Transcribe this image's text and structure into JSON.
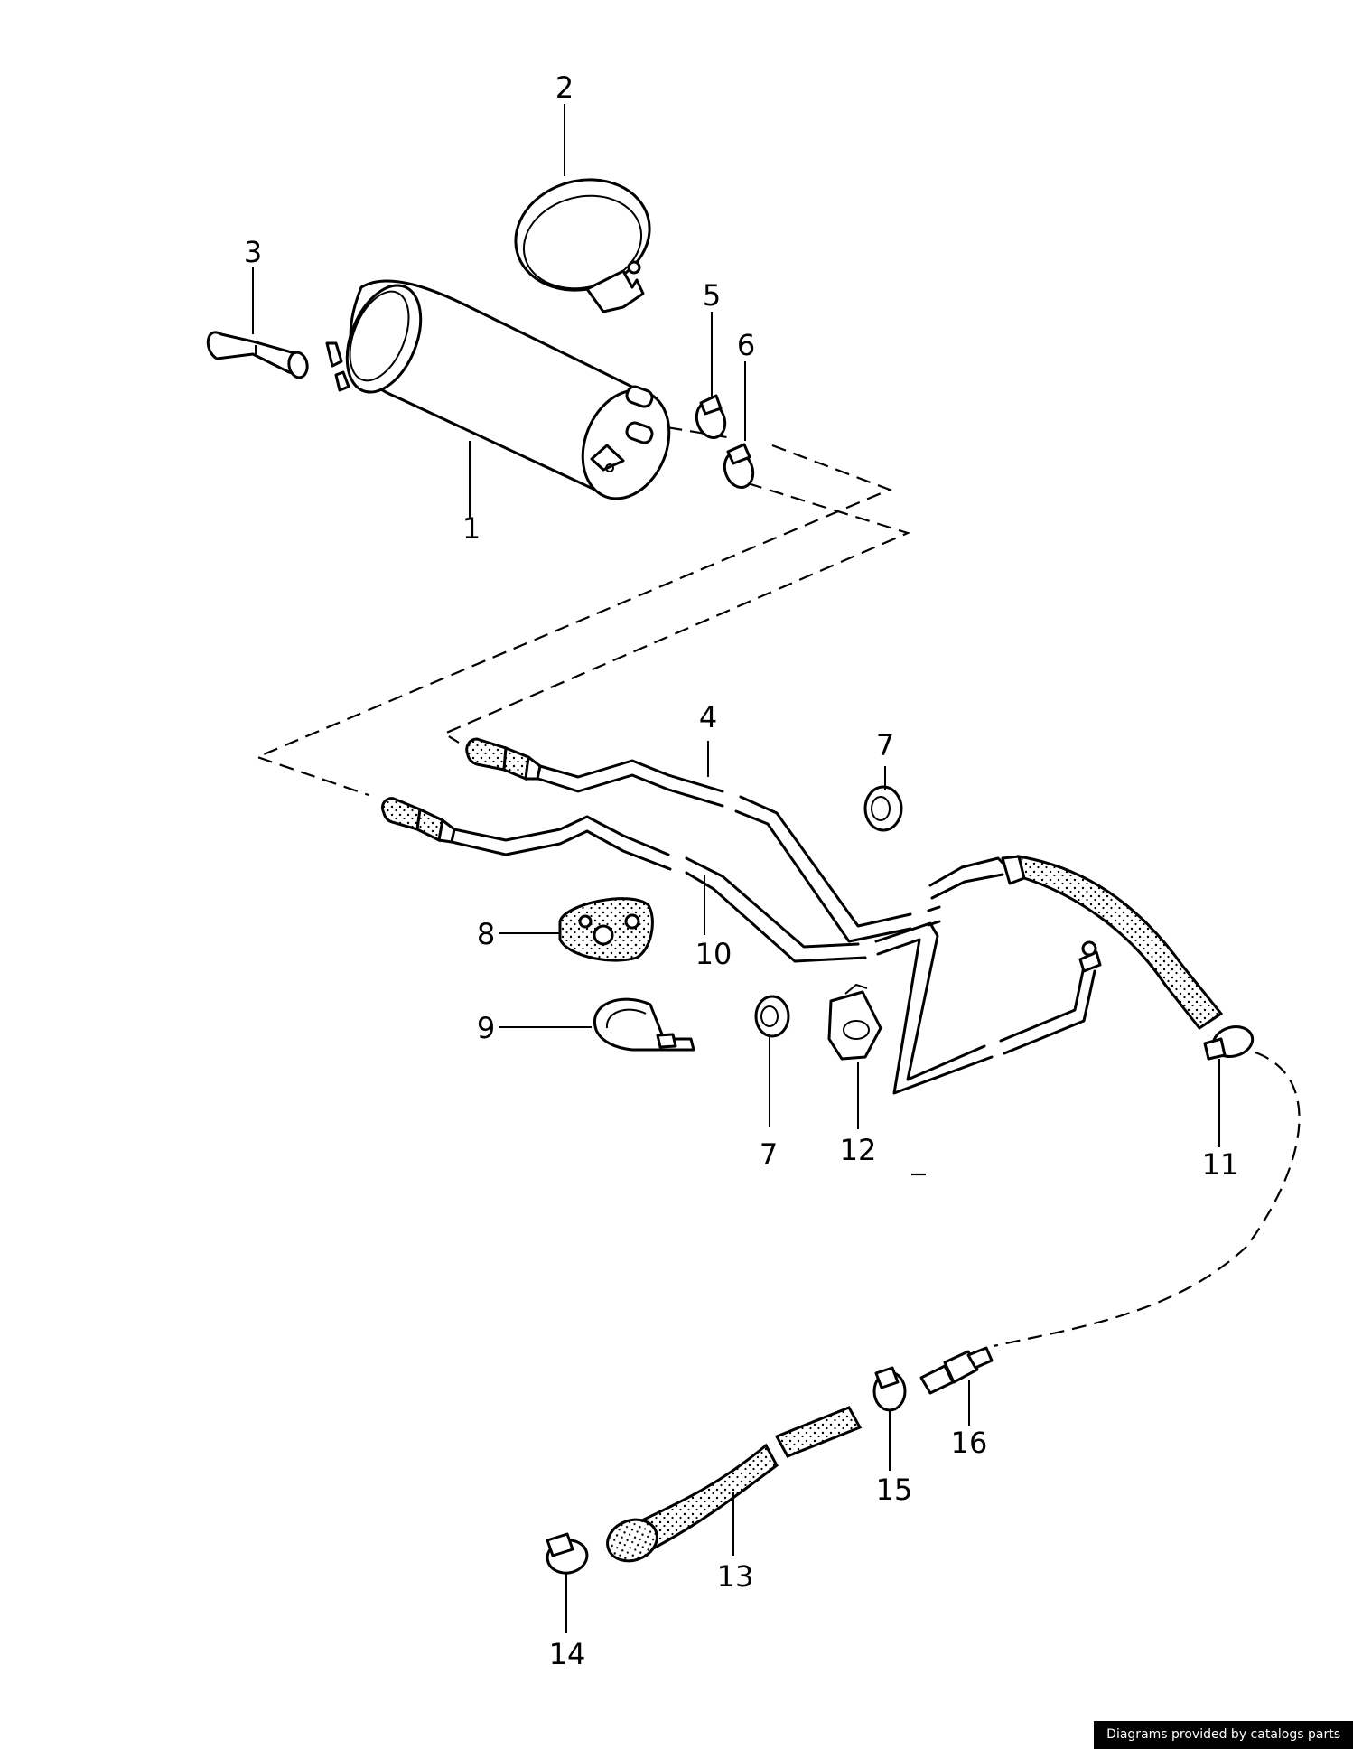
{
  "credit": "Diagrams provided by catalogs parts",
  "callouts": [
    "1",
    "2",
    "3",
    "4",
    "5",
    "6",
    "7",
    "7",
    "8",
    "9",
    "10",
    "11",
    "12",
    "13",
    "14",
    "15",
    "16"
  ]
}
